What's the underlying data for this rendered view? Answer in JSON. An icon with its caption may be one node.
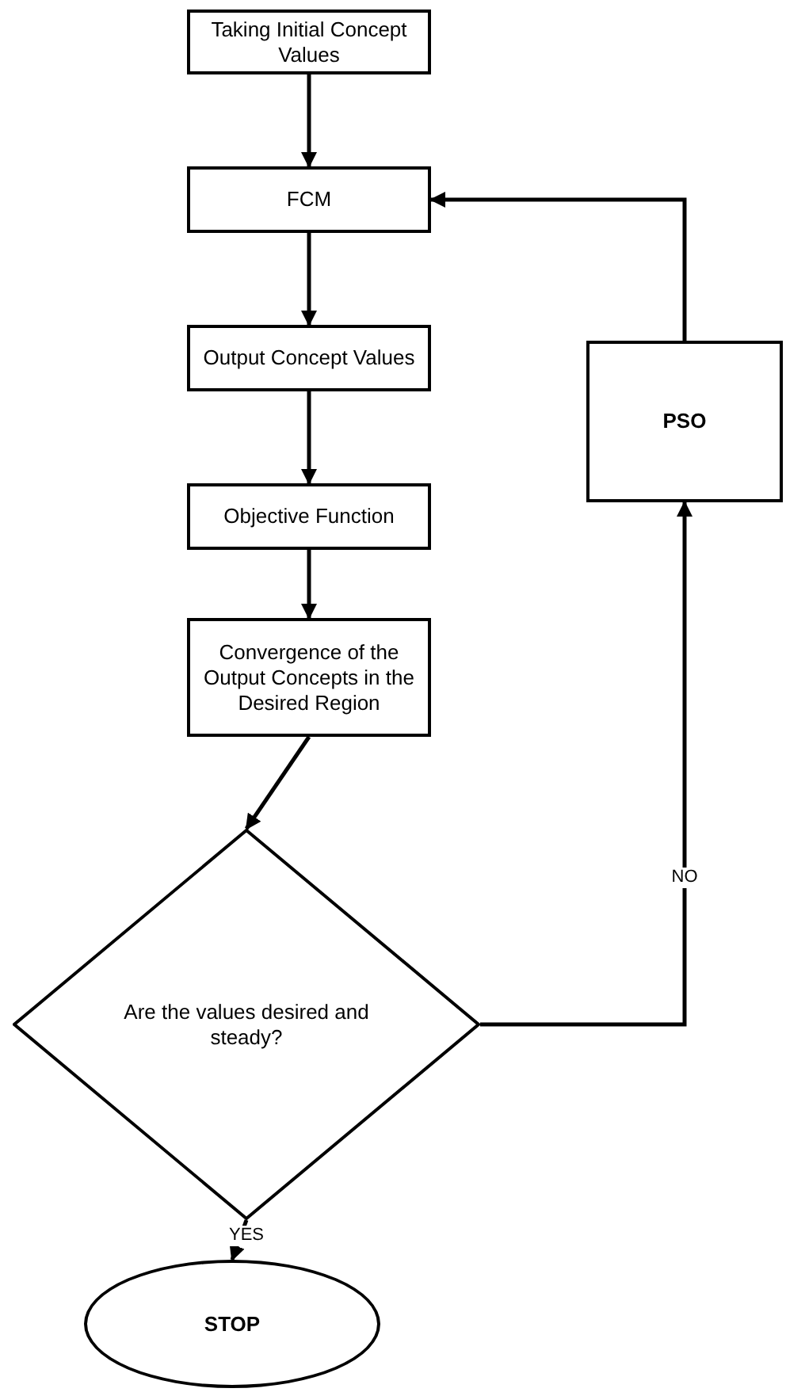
{
  "diagram": {
    "nodes": [
      {
        "text": [
          "Taking Initial Concept Values"
        ]
      },
      {
        "text": [
          "FCM"
        ]
      },
      {
        "text": [
          "Output Concept Values"
        ]
      },
      {
        "text": [
          "Objective Function"
        ]
      },
      {
        "text": [
          "Convergence of the Output Concepts in the Desired Region"
        ]
      },
      {
        "text": [
          "Are the values desired and steady?"
        ]
      },
      {
        "text": [
          "PSO"
        ]
      },
      {
        "text": [
          "STOP"
        ]
      }
    ],
    "edges": [
      {
        "from": 0,
        "to": 1,
        "arrow": "to"
      },
      {
        "from": 1,
        "to": 2,
        "arrow": "to"
      },
      {
        "from": 2,
        "to": 3,
        "arrow": "to"
      },
      {
        "from": 3,
        "to": 4,
        "arrow": "to"
      },
      {
        "from": 4,
        "to": 5,
        "arrow": "to"
      },
      {
        "from": 5,
        "to": 7,
        "arrow": "to",
        "label": "YES"
      },
      {
        "from": 5,
        "to": 6,
        "arrow": "to",
        "label": "NO"
      },
      {
        "from": 6,
        "to": 1,
        "arrow": "to"
      }
    ]
  }
}
